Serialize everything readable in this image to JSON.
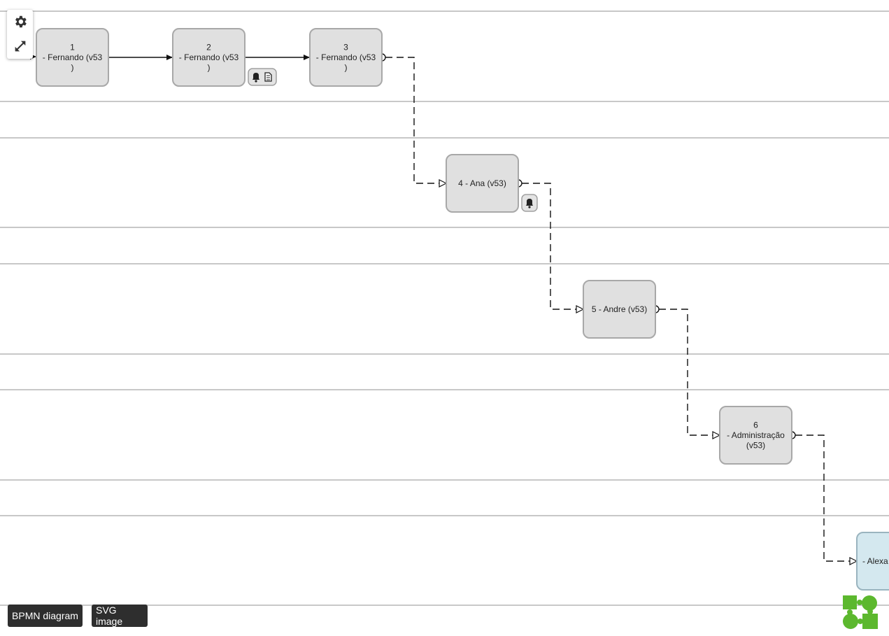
{
  "diagram": {
    "tasks": [
      {
        "id": "t1",
        "lines": [
          "1",
          "- Fernando (v53",
          ")"
        ],
        "state": "default"
      },
      {
        "id": "t2",
        "lines": [
          "2",
          "- Fernando (v53",
          ")"
        ],
        "state": "default"
      },
      {
        "id": "t3",
        "lines": [
          "3",
          "- Fernando (v53",
          ")"
        ],
        "state": "default"
      },
      {
        "id": "t4",
        "lines": [
          "4 - Ana (v53)"
        ],
        "state": "default"
      },
      {
        "id": "t5",
        "lines": [
          "5 - Andre (v53)"
        ],
        "state": "default"
      },
      {
        "id": "t6",
        "lines": [
          "6",
          "- Administração",
          "(v53)"
        ],
        "state": "default"
      },
      {
        "id": "t7",
        "lines": [
          "- Alexa"
        ],
        "state": "current"
      }
    ],
    "flows": [
      {
        "from": "t1",
        "to": "t2",
        "kind": "sequence"
      },
      {
        "from": "t2",
        "to": "t3",
        "kind": "sequence"
      },
      {
        "from": "t3",
        "to": "t4",
        "kind": "message"
      },
      {
        "from": "t4",
        "to": "t5",
        "kind": "message"
      },
      {
        "from": "t5",
        "to": "t6",
        "kind": "message"
      },
      {
        "from": "t6",
        "to": "t7",
        "kind": "message"
      }
    ],
    "badges": [
      {
        "task": "t2",
        "icons": [
          "bell-icon",
          "document-icon"
        ]
      },
      {
        "task": "t4",
        "icons": [
          "bell-icon"
        ]
      }
    ]
  },
  "toolbar": {
    "settings_icon": "gear-icon",
    "fit_icon": "expand-arrows-icon"
  },
  "buttons": {
    "bpmn_label": "BPMN diagram",
    "svg_label": "SVG image"
  },
  "colors": {
    "task_fill": "#e0e0e0",
    "task_stroke": "#a8a8a8",
    "current_task_fill": "#d4e8ef",
    "current_task_stroke": "#9ab4bf",
    "lane_line": "#c8c8c8",
    "button_bg": "#2e2e2e",
    "logo_green": "#5cb82e"
  }
}
